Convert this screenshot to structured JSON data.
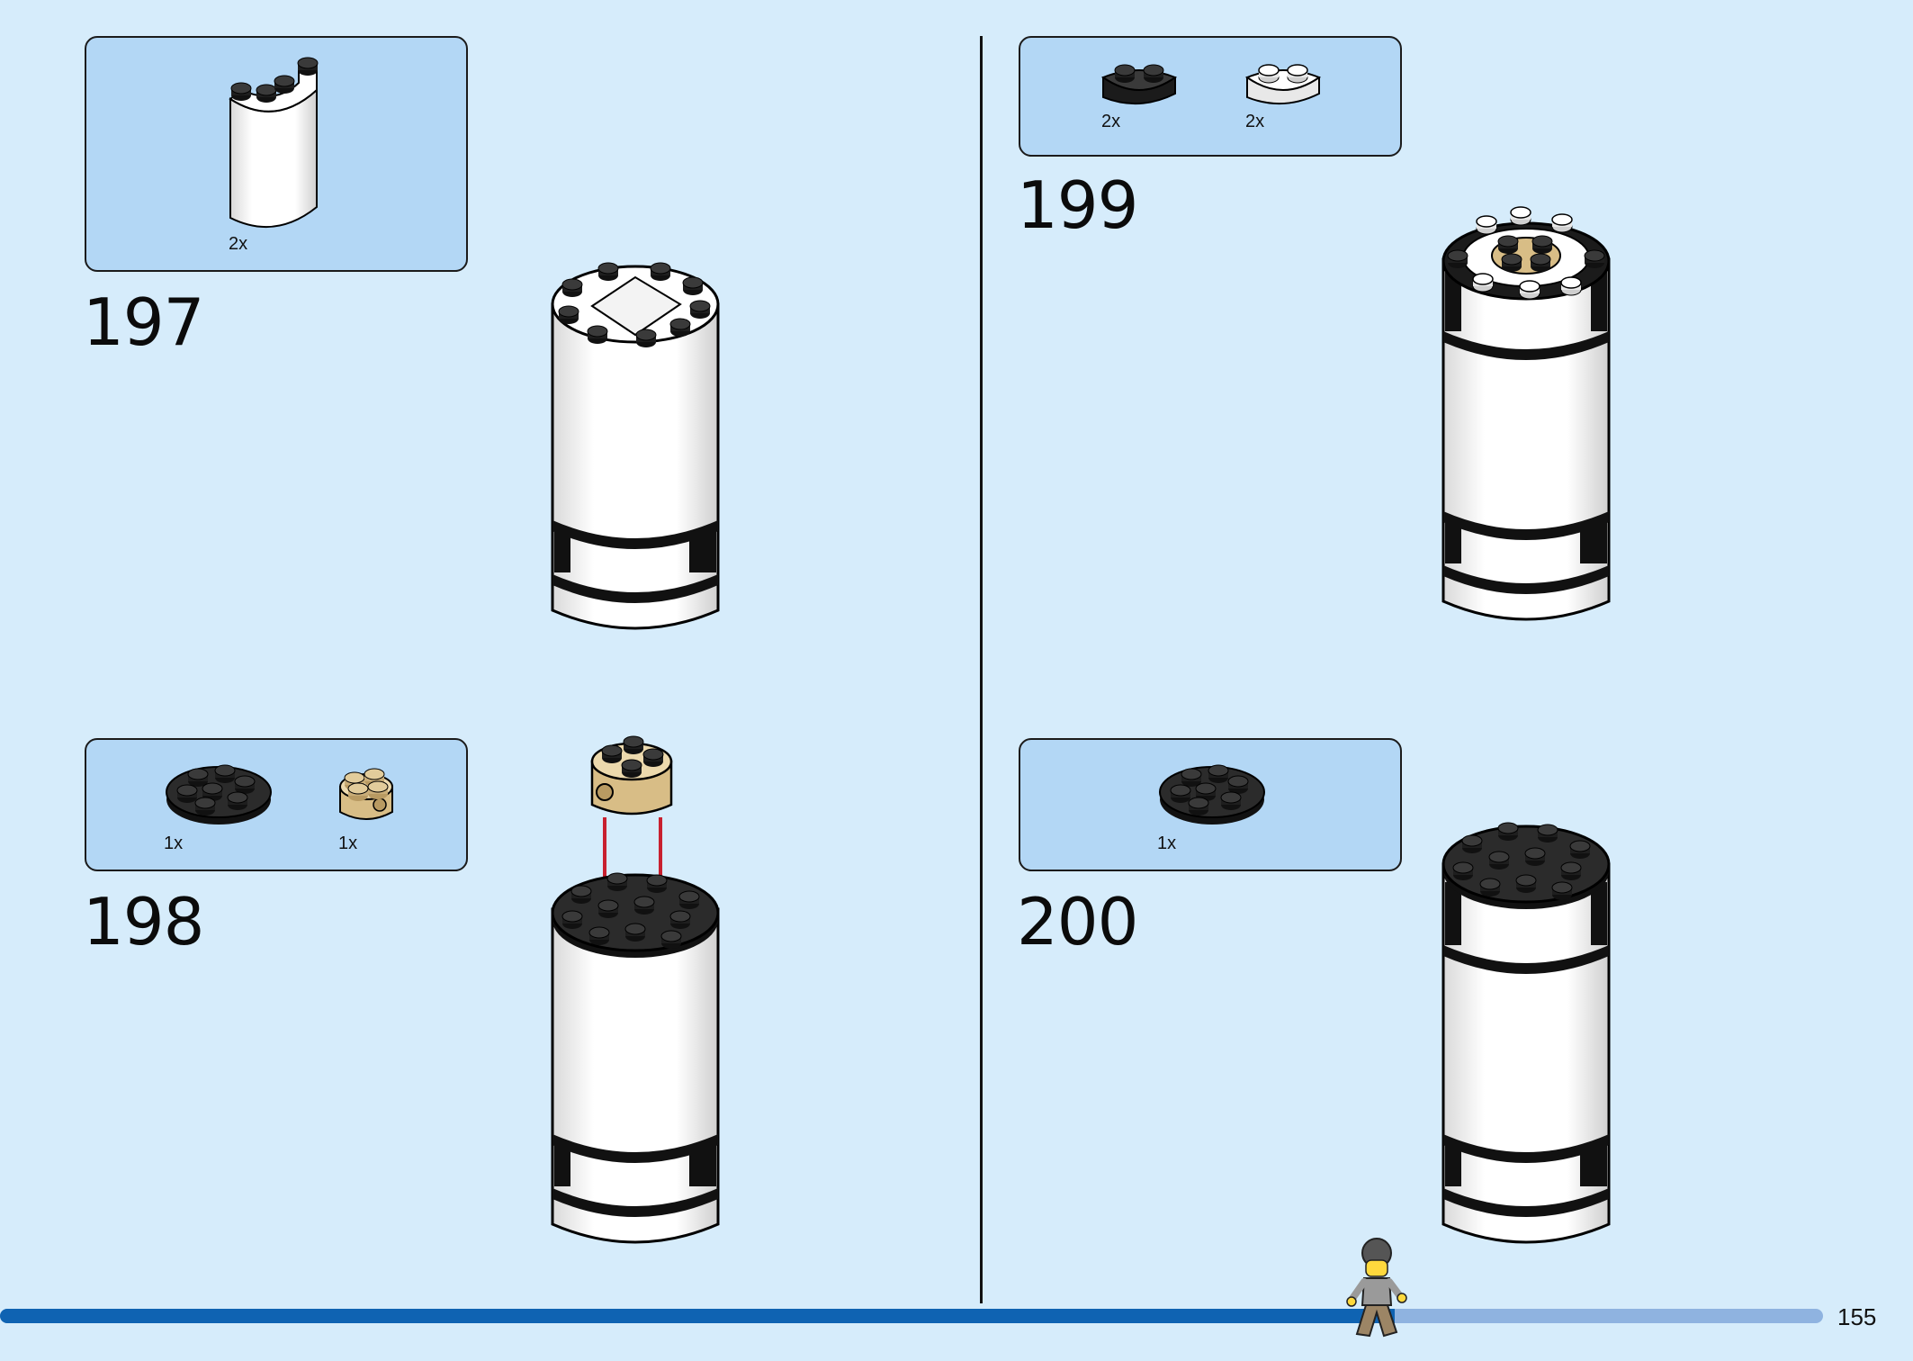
{
  "page": {
    "number": "155",
    "progress": 0.765
  },
  "colors": {
    "background": "#d6ecfb",
    "callout": "#b3d7f5",
    "progress_fill": "#0f63b2",
    "progress_track": "#8fb3e0",
    "arrow": "#c8202f"
  },
  "steps": [
    {
      "number": "197",
      "parts": [
        {
          "icon": "white-curved-wall-part",
          "qty": "2x"
        }
      ]
    },
    {
      "number": "198",
      "parts": [
        {
          "icon": "black-round-plate-part",
          "qty": "1x"
        },
        {
          "icon": "tan-round-brick-part",
          "qty": "1x"
        }
      ]
    },
    {
      "number": "199",
      "parts": [
        {
          "icon": "black-curved-brick-part",
          "qty": "2x"
        },
        {
          "icon": "white-curved-brick-part",
          "qty": "2x"
        }
      ]
    },
    {
      "number": "200",
      "parts": [
        {
          "icon": "black-round-plate-part",
          "qty": "1x"
        }
      ]
    }
  ]
}
